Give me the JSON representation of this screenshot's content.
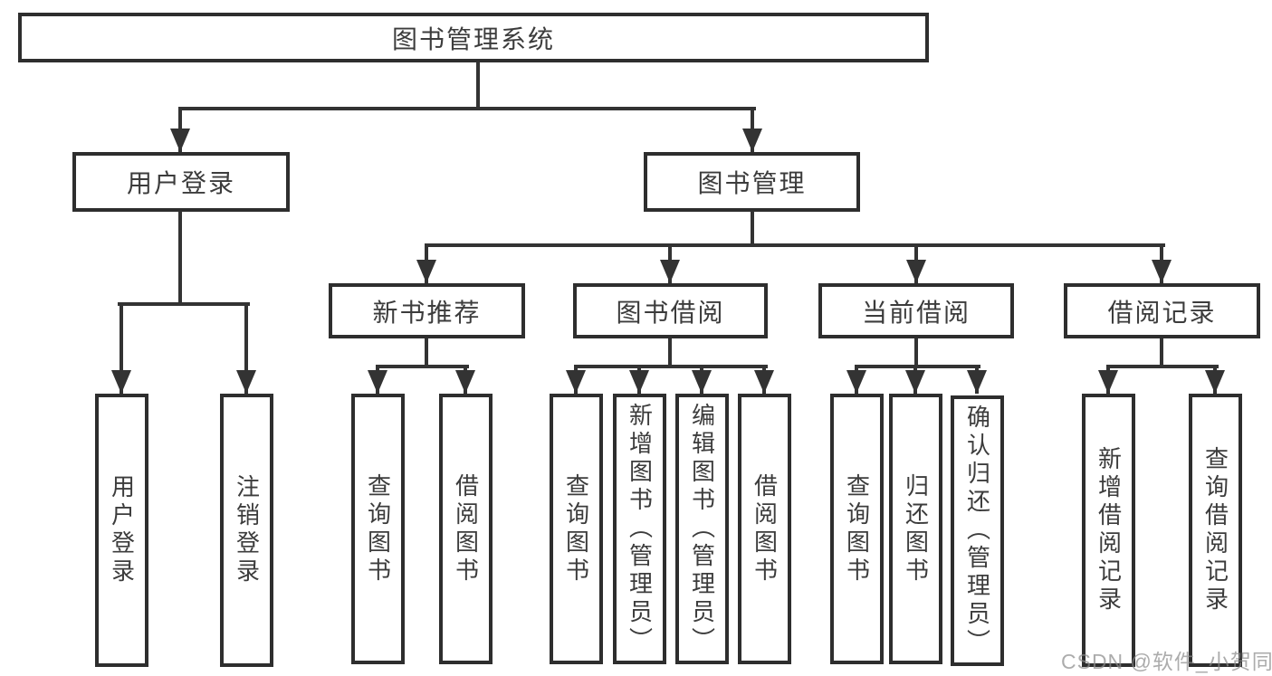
{
  "diagram": {
    "type": "hierarchy",
    "tree": {
      "root": {
        "label": "图书管理系统"
      },
      "branches": [
        {
          "label": "用户登录",
          "children": [
            {
              "label": "用户登录"
            },
            {
              "label": "注销登录"
            }
          ]
        },
        {
          "label": "图书管理",
          "children": [
            {
              "label": "新书推荐",
              "children": [
                {
                  "label": "查询图书"
                },
                {
                  "label": "借阅图书"
                }
              ]
            },
            {
              "label": "图书借阅",
              "children": [
                {
                  "label": "查询图书"
                },
                {
                  "label": "新增图书（管理员）"
                },
                {
                  "label": "编辑图书（管理员）"
                },
                {
                  "label": "借阅图书"
                }
              ]
            },
            {
              "label": "当前借阅",
              "children": [
                {
                  "label": "查询图书"
                },
                {
                  "label": "归还图书"
                },
                {
                  "label": "确认归还（管理员）"
                }
              ]
            },
            {
              "label": "借阅记录",
              "children": [
                {
                  "label": "新增借阅记录"
                },
                {
                  "label": "查询借阅记录"
                }
              ]
            }
          ]
        }
      ]
    }
  },
  "watermark": {
    "text": "CSDN @软件_小贺同学"
  },
  "colors": {
    "background": "#ffffff",
    "line": "#333333",
    "box_border": "#2e2e2e",
    "text": "#3c3c3c",
    "watermark_text": "#8c8c8c"
  }
}
